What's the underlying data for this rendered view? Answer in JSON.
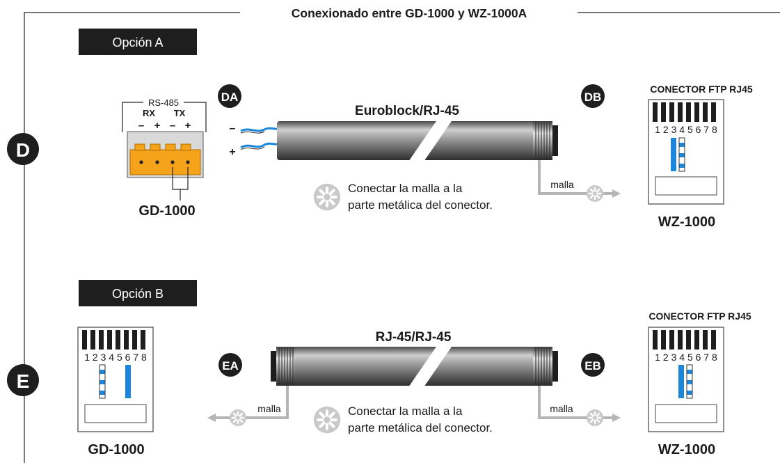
{
  "title": "Conexionado entre GD-1000 y WZ-1000A",
  "side_badges": {
    "d": "D",
    "e": "E"
  },
  "option_a": {
    "label": "Opción A",
    "terminal": {
      "header": "RS-485",
      "rx": "RX",
      "tx": "TX",
      "signs": [
        "–",
        "+",
        "–",
        "+"
      ],
      "device": "GD-1000"
    },
    "badge_left": "DA",
    "badge_right": "DB",
    "cable_label": "Euroblock/RJ-45",
    "wire_minus": "–",
    "wire_plus": "+",
    "note_line1": "Conectar la malla a la",
    "note_line2": "parte metálica del conector.",
    "shield_label": "malla",
    "connector_title": "CONECTOR  FTP  RJ45",
    "pin_numbers": "1 2 3 4 5 6 7 8",
    "device_right": "WZ-1000"
  },
  "option_b": {
    "label": "Opción B",
    "left_pin_numbers": "1 2 3 4 5 6 7 8",
    "device_left": "GD-1000",
    "badge_left": "EA",
    "badge_right": "EB",
    "cable_label": "RJ-45/RJ-45",
    "shield_label_left": "malla",
    "shield_label_right": "malla",
    "note_line1": "Conectar la malla a la",
    "note_line2": "parte metálica del conector.",
    "connector_title": "CONECTOR  FTP  RJ45",
    "pin_numbers": "1 2 3 4 5 6 7 8",
    "device_right": "WZ-1000"
  },
  "colors": {
    "accent_orange": "#f5a31a",
    "wire_blue": "#1c86d9",
    "badge_dark": "#1e1e1e",
    "cable_gray": "#8a8a8a",
    "shield_gray": "#b5b5b5"
  }
}
